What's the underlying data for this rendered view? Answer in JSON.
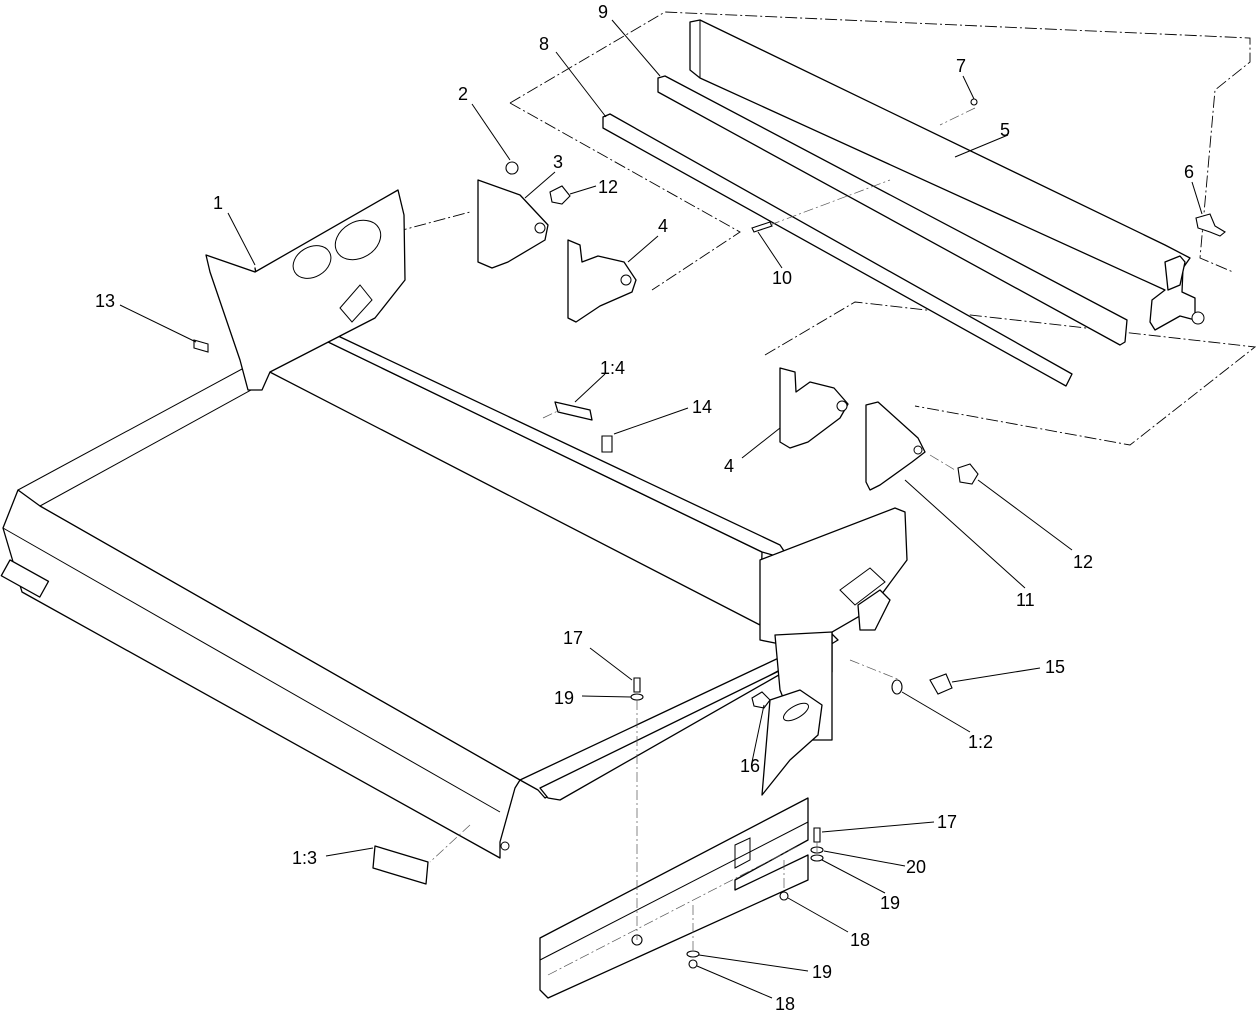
{
  "diagram": {
    "callouts": [
      {
        "id": "c1",
        "text": "1"
      },
      {
        "id": "c2",
        "text": "2"
      },
      {
        "id": "c3",
        "text": "3"
      },
      {
        "id": "c4a",
        "text": "4"
      },
      {
        "id": "c4b",
        "text": "4"
      },
      {
        "id": "c5",
        "text": "5"
      },
      {
        "id": "c6",
        "text": "6"
      },
      {
        "id": "c7",
        "text": "7"
      },
      {
        "id": "c8",
        "text": "8"
      },
      {
        "id": "c9",
        "text": "9"
      },
      {
        "id": "c10",
        "text": "10"
      },
      {
        "id": "c11",
        "text": "11"
      },
      {
        "id": "c12a",
        "text": "12"
      },
      {
        "id": "c12b",
        "text": "12"
      },
      {
        "id": "c13",
        "text": "13"
      },
      {
        "id": "c14",
        "text": "14"
      },
      {
        "id": "c15",
        "text": "15"
      },
      {
        "id": "c16",
        "text": "16"
      },
      {
        "id": "c17a",
        "text": "17"
      },
      {
        "id": "c17b",
        "text": "17"
      },
      {
        "id": "c18a",
        "text": "18"
      },
      {
        "id": "c18b",
        "text": "18"
      },
      {
        "id": "c19a",
        "text": "19"
      },
      {
        "id": "c19b",
        "text": "19"
      },
      {
        "id": "c19c",
        "text": "19"
      },
      {
        "id": "c20",
        "text": "20"
      },
      {
        "id": "c1-2",
        "text": "1:2"
      },
      {
        "id": "c1-3",
        "text": "1:3"
      },
      {
        "id": "c1-4",
        "text": "1:4"
      }
    ]
  }
}
